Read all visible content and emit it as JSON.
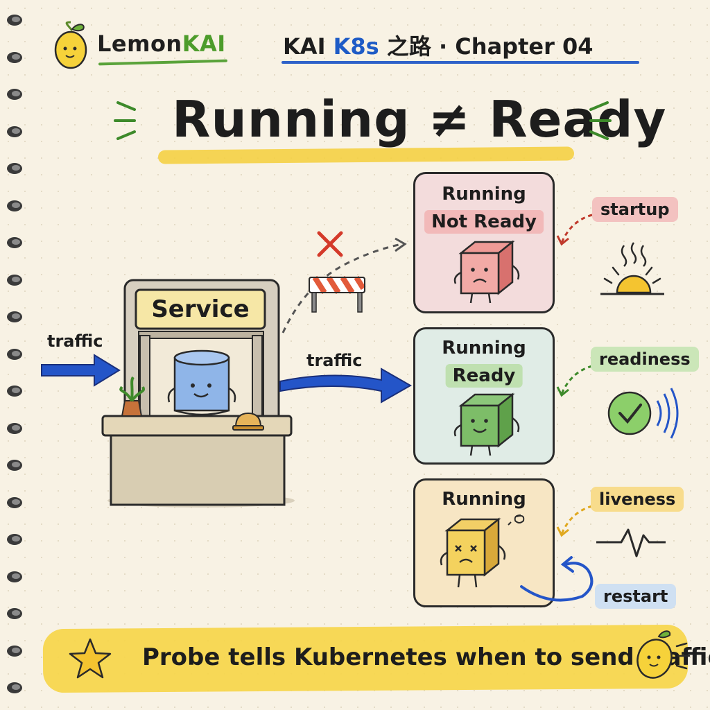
{
  "header": {
    "brand_part1": "Lemon",
    "brand_part2": "KAI",
    "chapter_prefix": "KAI ",
    "chapter_k8s": "K8s",
    "chapter_suffix": " 之路 · Chapter 04"
  },
  "title": "Running ≠ Ready",
  "service": {
    "sign": "Service",
    "incoming_label": "traffic",
    "outgoing_label": "traffic"
  },
  "states": [
    {
      "title": "Running",
      "tag": "Not Ready",
      "color": "#f3dcdc",
      "tag_color": "#f2b9b9"
    },
    {
      "title": "Running",
      "tag": "Ready",
      "color": "#e0ece6",
      "tag_color": "#bfe0b0"
    },
    {
      "title": "Running",
      "tag": "",
      "color": "#f7e6c4",
      "tag_color": ""
    }
  ],
  "probes": {
    "startup": "startup",
    "readiness": "readiness",
    "liveness": "liveness",
    "restart": "restart"
  },
  "colors": {
    "accent_blue": "#1e5bc6",
    "brand_green": "#4d9c2b",
    "highlight_yellow": "#f4cf3b"
  },
  "footer": {
    "message": "Probe tells Kubernetes when to send traffic."
  }
}
